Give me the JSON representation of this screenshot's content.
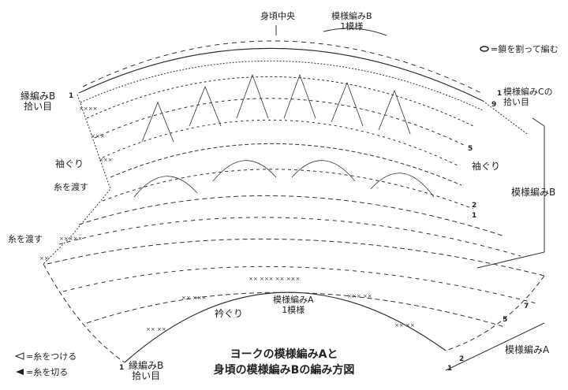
{
  "labels": {
    "body_center": "身頃中央",
    "pattern_b_repeat": [
      "模様編みB",
      "1模様"
    ],
    "chain_split_legend": "=鎖を割って編む",
    "pattern_c_pickup": [
      "模様編みCの",
      "拾い目"
    ],
    "edge_b_pickup_top": [
      "縁編みB",
      "拾い目"
    ],
    "armhole_left": "袖ぐり",
    "armhole_right": "袖ぐり",
    "pass_yarn_1": "糸を渡す",
    "pass_yarn_2": "糸を渡す",
    "pattern_b_right": "模様編みB",
    "pattern_a_repeat": [
      "模様編みA",
      "1模様"
    ],
    "neckline": "衿ぐり",
    "pattern_a_right": "模様編みA",
    "edge_b_pickup_bottom": [
      "縁編みB",
      "拾い目"
    ],
    "attach_yarn_legend": "=糸をつける",
    "cut_yarn_legend": "=糸を切る",
    "title": [
      "ヨークの模様編みAと",
      "身頃の模様編みBの編み方図"
    ]
  },
  "row_numbers": {
    "top_left_1": "1",
    "right_1": "1",
    "right_9": "9",
    "right_5": "5",
    "right_2": "2",
    "right_1b": "1",
    "bottom_7": "7",
    "bottom_5": "5",
    "bottom_2": "2",
    "bottom_1": "1",
    "bottom_left_1": "1"
  }
}
